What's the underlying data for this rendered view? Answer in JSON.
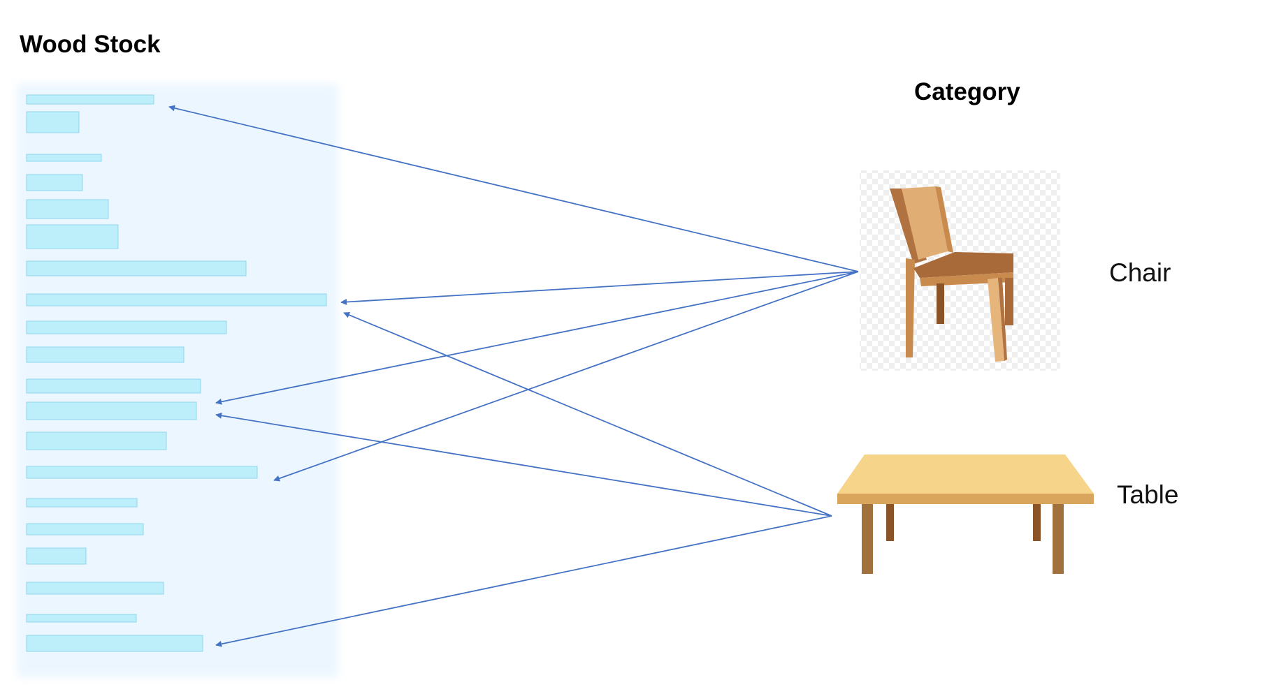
{
  "left_panel": {
    "title": "Wood Stock",
    "item_count": 20
  },
  "right_panel": {
    "title": "Category",
    "categories": [
      {
        "id": "chair",
        "label": "Chair",
        "icon": "chair-icon"
      },
      {
        "id": "table",
        "label": "Table",
        "icon": "table-icon"
      }
    ]
  },
  "links": [
    {
      "from": "chair",
      "to_item": 1
    },
    {
      "from": "chair",
      "to_item": 8
    },
    {
      "from": "chair",
      "to_item": 11
    },
    {
      "from": "chair",
      "to_item": 14
    },
    {
      "from": "table",
      "to_item": 8
    },
    {
      "from": "table",
      "to_item": 12
    },
    {
      "from": "table",
      "to_item": 20
    }
  ],
  "colors": {
    "arrow": "#4472c4",
    "bar_fill": "#bdeffb",
    "bar_stroke": "#8fd6ea",
    "chair_wood": "#c98a4e",
    "chair_seat": "#a96a3a",
    "table_top": "#f6d48a",
    "table_edge": "#d9a45c",
    "table_leg": "#a2703d"
  }
}
